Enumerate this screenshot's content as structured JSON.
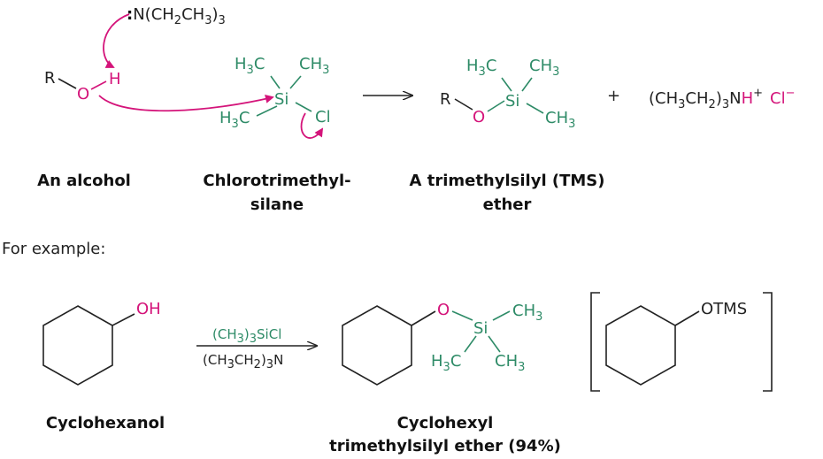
{
  "reaction": {
    "base": {
      "lone_pair": ":",
      "text": "N(CH",
      "s1": "2",
      "t2": "CH",
      "s2": "3",
      "t3": ")",
      "s3": "3"
    },
    "alcohol": {
      "R": "R",
      "O": "O",
      "H": "H",
      "label": "An alcohol"
    },
    "reagent": {
      "h3c_top_h": "H",
      "h3c_top_s": "3",
      "h3c_top_c": "C",
      "ch3_top_c": "CH",
      "ch3_top_s": "3",
      "si": "Si",
      "h3c_bot_h": "H",
      "h3c_bot_s": "3",
      "h3c_bot_c": "C",
      "cl": "Cl",
      "label_line1": "Chlorotrimethyl-",
      "label_line2": "silane"
    },
    "product": {
      "R": "R",
      "O": "O",
      "si": "Si",
      "h3c_top_h": "H",
      "h3c_top_s": "3",
      "h3c_top_c": "C",
      "ch3_top_c": "CH",
      "ch3_top_s": "3",
      "ch3_bot_c": "CH",
      "ch3_bot_s": "3",
      "label_line1": "A trimethylsilyl (TMS)",
      "label_line2": "ether"
    },
    "plus": "+",
    "salt": {
      "a": "(CH",
      "s1": "3",
      "b": "CH",
      "s2": "2",
      "c": ")",
      "s3": "3",
      "d": "N",
      "h": "H",
      "plus": "+",
      "cl": "Cl",
      "minus": "−"
    }
  },
  "example": {
    "heading": "For example:",
    "cyclohexanol": {
      "oh": "OH",
      "label": "Cyclohexanol"
    },
    "conditions": {
      "top_a": "(CH",
      "top_s1": "3",
      "top_b": ")",
      "top_s2": "3",
      "top_c": "SiCl",
      "bot_a": "(CH",
      "bot_s1": "3",
      "bot_b": "CH",
      "bot_s2": "2",
      "bot_c": ")",
      "bot_s3": "3",
      "bot_d": "N"
    },
    "product": {
      "o": "O",
      "si": "Si",
      "ch3_top_c": "CH",
      "ch3_top_s": "3",
      "h3c_h": "H",
      "h3c_s": "3",
      "h3c_c": "C",
      "ch3_bot_c": "CH",
      "ch3_bot_s": "3",
      "label_line1": "Cyclohexyl",
      "label_line2": "trimethylsilyl ether (94%)"
    },
    "abbrev": {
      "otms": "OTMS"
    }
  },
  "colors": {
    "green": "#2e8b67",
    "magenta": "#d4147a",
    "black": "#222222"
  }
}
